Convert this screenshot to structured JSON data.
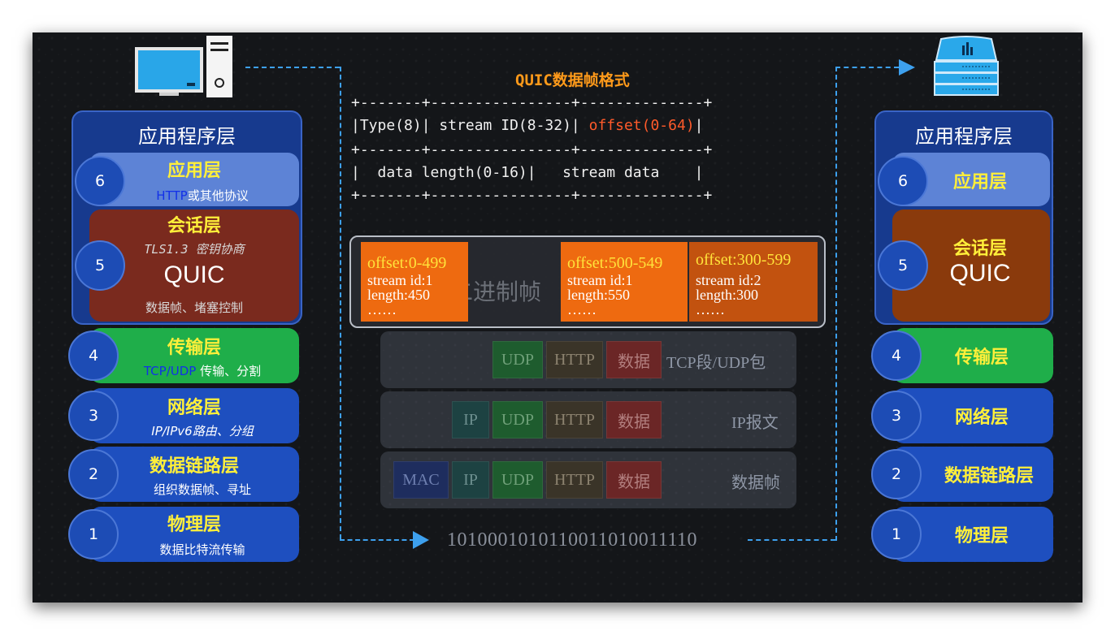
{
  "frame_format": {
    "title": "QUIC数据帧格式",
    "border": "+-------+----------------+--------------+",
    "row1_a": "|Type(8)| stream ID(8-32)| ",
    "row1_offset": "offset(0-64)",
    "row1_end": "|",
    "row2": "|  data length(0-16)|   stream data    |"
  },
  "left_stack": {
    "title": "应用程序层",
    "layers": [
      {
        "num": "6",
        "name": "应用层",
        "desc_prefix": "HTTP",
        "desc": "或其他协议"
      },
      {
        "num": "5",
        "name": "会话层",
        "desc_top": "TLS1.3 密钥协商",
        "big": "QUIC",
        "desc": "数据帧、堵塞控制"
      },
      {
        "num": "4",
        "name": "传输层",
        "desc_prefix": "TCP/UDP",
        "desc": " 传输、分割"
      },
      {
        "num": "3",
        "name": "网络层",
        "desc": "IP/IPv6路由、分组"
      },
      {
        "num": "2",
        "name": "数据链路层",
        "desc": "组织数据帧、寻址"
      },
      {
        "num": "1",
        "name": "物理层",
        "desc": "数据比特流传输"
      }
    ]
  },
  "right_stack": {
    "title": "应用程序层",
    "layers": [
      {
        "num": "6",
        "name": "应用层"
      },
      {
        "num": "5",
        "name": "会话层",
        "big": "QUIC"
      },
      {
        "num": "4",
        "name": "传输层"
      },
      {
        "num": "3",
        "name": "网络层"
      },
      {
        "num": "2",
        "name": "数据链路层"
      },
      {
        "num": "1",
        "name": "物理层"
      }
    ]
  },
  "frames_panel": {
    "background_text": "二进制帧",
    "frames": [
      {
        "offset": "offset:0-499",
        "stream": "stream id:1",
        "length": "length:450",
        "more": "……"
      },
      {
        "offset": "offset:500-549",
        "stream": "stream id:1",
        "length": "length:550",
        "more": "……"
      },
      {
        "offset": "offset:300-599",
        "stream": "stream id:2",
        "length": "length:300",
        "more": "……"
      }
    ]
  },
  "packet_rows": [
    {
      "cells": [
        "UDP",
        "HTTP",
        "数据"
      ],
      "label": "TCP段/UDP包"
    },
    {
      "cells": [
        "IP",
        "UDP",
        "HTTP",
        "数据"
      ],
      "label": "IP报文"
    },
    {
      "cells": [
        "MAC",
        "IP",
        "UDP",
        "HTTP",
        "数据"
      ],
      "label": "数据帧"
    }
  ],
  "bitstream": "1010001010110011010011110",
  "colors": {
    "layer_blue": "#1e4fbf",
    "app_layer": "#5d83d6",
    "session_layer": "#7a2a1e",
    "transport_layer": "#1fae4a",
    "frame_orange": "#ee6a10",
    "frame_dark_orange": "#c2520f",
    "highlight_yellow": "#ffef3a",
    "offset_red": "#ff5a2a",
    "dashed_line": "#3da0ee"
  }
}
